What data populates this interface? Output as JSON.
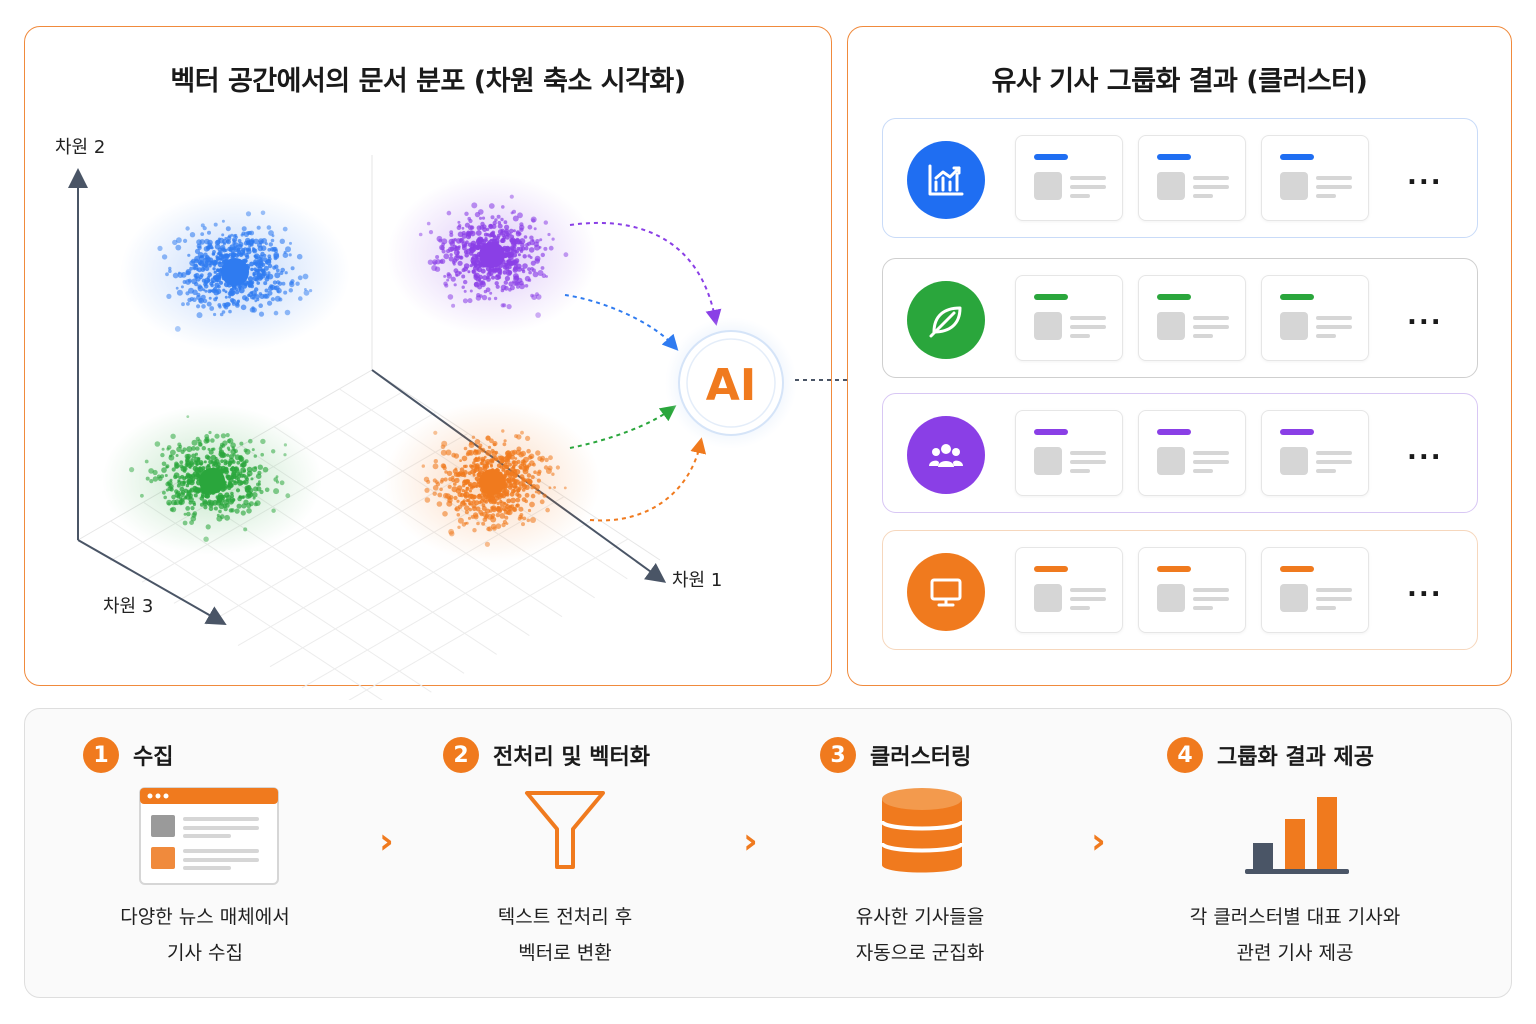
{
  "left_panel": {
    "title": "벡터 공간에서의 문서 분포 (차원 축소 시각화)",
    "axes": {
      "y": "차원 2",
      "x": "차원 1",
      "z": "차원 3"
    },
    "ai_label": "AI",
    "clusters": [
      {
        "name": "blue",
        "color": "#2f7bf0"
      },
      {
        "name": "purple",
        "color": "#8a3fe6"
      },
      {
        "name": "green",
        "color": "#2aa63c"
      },
      {
        "name": "orange",
        "color": "#f07a1e"
      }
    ]
  },
  "right_panel": {
    "title": "유사 기사 그룹화 결과 (클러스터)",
    "more": "...",
    "clusters": [
      {
        "icon": "chart-icon",
        "color": "#1f6ef2",
        "border": "#c9dbf8"
      },
      {
        "icon": "leaf-icon",
        "color": "#2aa63c",
        "border": "#cfcfcf"
      },
      {
        "icon": "people-icon",
        "color": "#8a3fe6",
        "border": "#d8c7f4"
      },
      {
        "icon": "monitor-icon",
        "color": "#f07a1e",
        "border": "#f6d7bd"
      }
    ]
  },
  "process": {
    "steps": [
      {
        "num": "1",
        "title": "수집",
        "desc_line1": "다양한 뉴스 매체에서",
        "desc_line2": "기사 수집",
        "icon": "browser-icon"
      },
      {
        "num": "2",
        "title": "전처리 및 벡터화",
        "desc_line1": "텍스트 전처리 후",
        "desc_line2": "벡터로 변환",
        "icon": "funnel-icon"
      },
      {
        "num": "3",
        "title": "클러스터링",
        "desc_line1": "유사한 기사들을",
        "desc_line2": "자동으로 군집화",
        "icon": "database-icon"
      },
      {
        "num": "4",
        "title": "그룹화 결과 제공",
        "desc_line1": "각 클러스터별 대표 기사와",
        "desc_line2": "관련 기사 제공",
        "icon": "bar-chart-icon"
      }
    ],
    "chevron": "›"
  }
}
